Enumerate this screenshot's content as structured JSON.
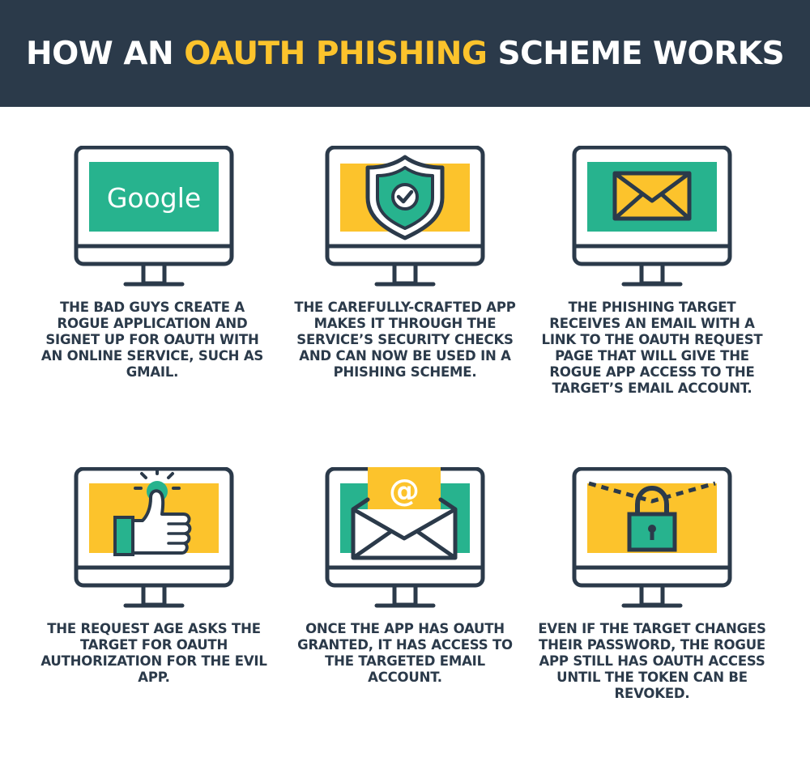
{
  "header": {
    "title_prefix": "HOW AN ",
    "title_accent": "OAUTH PHISHING",
    "title_suffix": " SCHEME WORKS"
  },
  "colors": {
    "header_bg": "#2b3a4a",
    "accent_yellow": "#fcc32c",
    "accent_teal": "#27b38e",
    "outline_dark": "#2b3a4a",
    "background": "#ffffff"
  },
  "steps": [
    {
      "icon": "google-logo-icon",
      "logo_text": "Google",
      "caption": "THE BAD GUYS CREATE A ROGUE APPLICATION AND SIGNET UP FOR OAUTH WITH AN ONLINE SERVICE, SUCH AS GMAIL."
    },
    {
      "icon": "shield-check-icon",
      "caption": "THE CAREFULLY-CRAFTED APP MAKES IT THROUGH THE SERVICE’S SECURITY CHECKS AND CAN NOW BE USED IN A PHISHING SCHEME."
    },
    {
      "icon": "envelope-icon",
      "caption": "THE PHISHING TARGET RECEIVES AN EMAIL WITH A LINK TO THE OAUTH REQUEST PAGE THAT WILL GIVE THE ROGUE APP ACCESS TO THE TARGET’S EMAIL ACCOUNT."
    },
    {
      "icon": "thumbs-up-icon",
      "caption": "THE REQUEST AGE ASKS THE TARGET FOR OAUTH AUTHORIZATION FOR THE EVIL APP."
    },
    {
      "icon": "open-envelope-at-icon",
      "at_symbol": "@",
      "caption": "ONCE THE APP HAS OAUTH GRANTED, IT HAS ACCESS TO THE TARGETED EMAIL ACCOUNT."
    },
    {
      "icon": "padlock-icon",
      "caption": "EVEN IF THE TARGET CHANGES THEIR PASSWORD, THE ROGUE APP STILL HAS OAUTH ACCESS UNTIL THE TOKEN CAN BE REVOKED."
    }
  ]
}
